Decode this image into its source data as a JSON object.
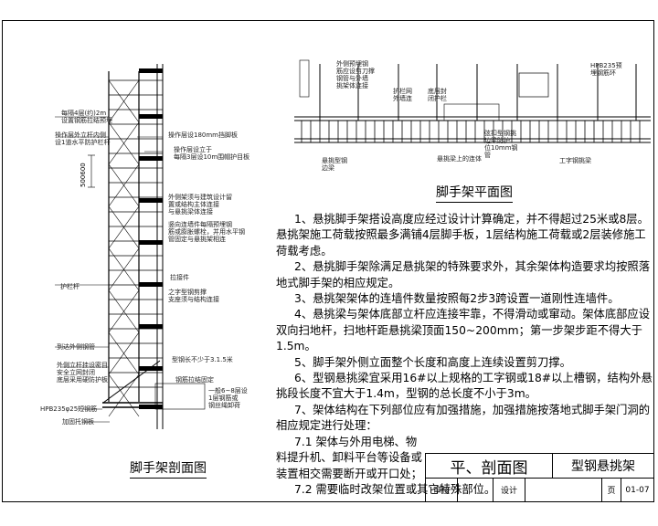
{
  "section_caption": "脚手架剖面图",
  "plan_caption": "脚手架平面图",
  "plan_labels": {
    "hpb_ring": "HPB235预\n埋钢筋环",
    "outer_frame": "外侧预埋钢\n筋应设剪刀撑\n钢管与外墙\n挑架体连接",
    "guard_mesh": "护栏网\n外墙连",
    "bottom_guard": "底层封\n闭护栏",
    "clamp": "弦扣型钢挑\n边梁防护\n位10mm钢\n管",
    "cantilever": "悬挑型钢\n边梁",
    "lap_member": "悬挑梁上的连体",
    "i_beam": "工字钢挑梁"
  },
  "section_labels": {
    "every_floor": "每隔4层(约)2m\n设置钢筋拉结预埋",
    "working_layer": "操作层外立杆内侧\n设1道水平防护栏杆",
    "plank_180": "操作层设180mm挡脚板",
    "plank_note": "操作层设立于\n每隔3层设10m围帽护目板",
    "outer_frame": "外侧架须与建筑设计留\n置或结构主体连接\n与悬挑梁体连接",
    "anchor": "竖向连墙件每隔预埋钢\n筋或膨胀螺栓，并用水平钢\n管固定与悬挑架相连",
    "tie": "拉接件",
    "brace": "之字型钢剪撑\n支座须与结构连接",
    "top_rail": "护栏杆",
    "flat_rail": "到达外侧钢管",
    "guard_net": "外侧立杆挂设密目\n安全立网封闭\n底层采用硬防护板",
    "steel_len": "型钢长不少于3.1.5米",
    "tie_beam": "钢筋拉结固定",
    "hpb_label": "HPB235φ25短钢筋",
    "bottom_support": "加固托钢板",
    "fixing": "一般6~8层设\n1层钢筋或\n钢丝绳卸荷"
  },
  "dimension": "500600",
  "notes": {
    "n1": "1、悬挑脚手架搭设高度应经过设计计算确定，并不得超过25米或8层。悬挑架施工荷载按照最多满铺4层脚手板，1层结构施工荷载或2层装修施工荷载考虑。",
    "n2": "2、悬挑脚手架除满足悬挑架的特殊要求外，其余架体构造要求均按照落地式脚手架的相应规定。",
    "n3": "3、悬挑架架体的连墙件数量按照每2步3跨设置一道刚性连墙件。",
    "n4": "4、悬挑梁与架体底部立杆应连接牢靠，不得滑动或窜动。架体底部应设双向扫地杆，扫地杆距悬挑梁顶面150~200mm；第一步架步距不得大于1.5m。",
    "n5": "5、脚手架外侧立面整个长度和高度上连续设置剪刀撑。",
    "n6": "6、型钢悬挑梁宜采用16#以上规格的工字钢或18#以上槽钢，结构外悬挑段长度不宜大于1.4m，型钢的总长度不小于3m。",
    "n7": "7、架体结构在下列部位应有加强措施，加强措施按落地式脚手架门洞的相应规定进行处理：",
    "n71": "7.1  架体与外用电梯、物料提升机、卸料平台等设备或装置相交需要断开或开口处；",
    "n72": "7.2  需要临时改架位置或其它特殊部位。"
  },
  "title_block": {
    "main_title": "平、剖面图",
    "subject": "型钢悬挑架",
    "review_label": "审核",
    "design_label": "设计",
    "page_label": "页",
    "page_number": "01-07"
  }
}
